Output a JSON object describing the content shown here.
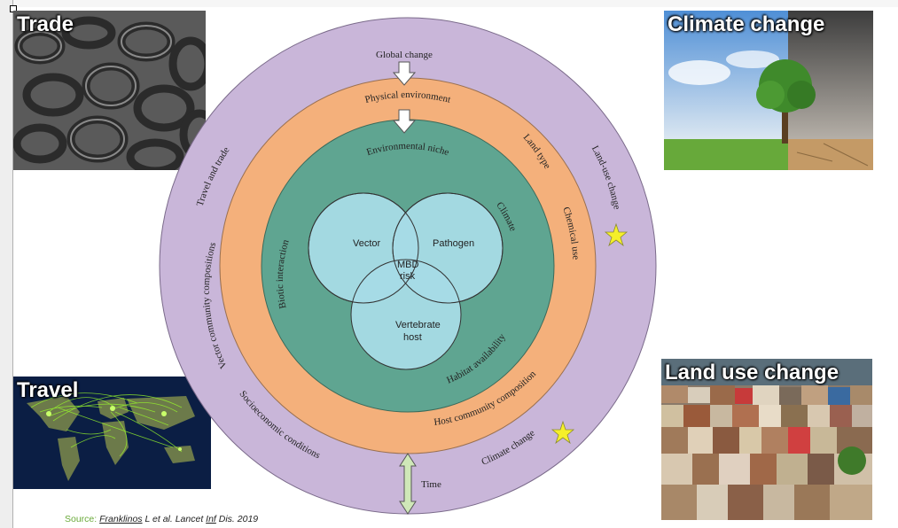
{
  "photos": {
    "trade": {
      "caption": "Trade"
    },
    "climate": {
      "caption": "Climate change"
    },
    "travel": {
      "caption": "Travel"
    },
    "landuse": {
      "caption": "Land  use change"
    }
  },
  "diagram": {
    "outer_ring": {
      "top": "Global change",
      "left": "Travel and trade",
      "right": "Land-use change",
      "bottom_left": "Socioeconomic conditions",
      "bottom_right": "Climate change",
      "bottom": "Time"
    },
    "middle_ring": {
      "top": "Physical environment",
      "left": "Vector community compositions",
      "right_top": "Land type",
      "right": "Chemical use",
      "bottom": "Host community composition"
    },
    "inner_ring": {
      "top": "Environmental niche",
      "left": "Biotic interaction",
      "right": "Climate",
      "bottom": "Habitat availability"
    },
    "venn": {
      "vector": "Vector",
      "pathogen": "Pathogen",
      "host_line1": "Vertebrate",
      "host_line2": "host",
      "center_line1": "MBD",
      "center_line2": "risk"
    },
    "colors": {
      "outer": "#c9b6d9",
      "middle": "#f4b07b",
      "inner": "#5fa591",
      "venn": "#a6dbe6",
      "star": "#f5ef2a"
    }
  },
  "source": {
    "prefix": "Source: ",
    "author": "Franklinos",
    "rest1": " L et al. Lancet ",
    "inf": "Inf",
    "rest2": " Dis. 2019"
  }
}
